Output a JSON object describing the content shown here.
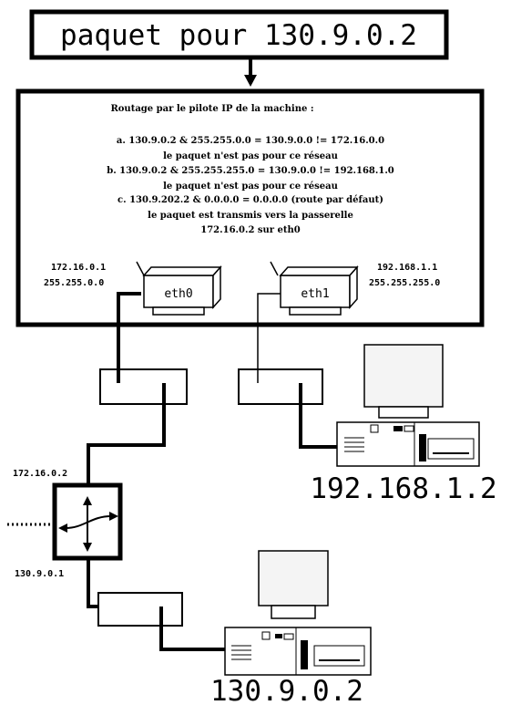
{
  "packet": {
    "label": "paquet pour 130.9.0.2"
  },
  "routing": {
    "title": "Routage par le pilote IP de la machine :",
    "lines": [
      "a. 130.9.0.2 & 255.255.0.0 = 130.9.0.0 != 172.16.0.0",
      "le paquet n'est pas pour ce réseau",
      "b. 130.9.0.2 & 255.255.255.0 = 130.9.0.0 != 192.168.1.0",
      "le paquet n'est pas pour ce réseau",
      "c. 130.9.202.2 & 0.0.0.0 = 0.0.0.0 (route par défaut)",
      "le paquet est transmis vers la passerelle",
      "172.16.0.2 sur eth0"
    ]
  },
  "interfaces": [
    {
      "name": "eth0",
      "ip": "172.16.0.1",
      "mask": "255.255.0.0"
    },
    {
      "name": "eth1",
      "ip": "192.168.1.1",
      "mask": "255.255.255.0"
    }
  ],
  "router": {
    "ip_top": "172.16.0.2",
    "ip_bottom": "130.9.0.1"
  },
  "hosts": [
    {
      "label": "192.168.1.2"
    },
    {
      "label": "130.9.0.2"
    }
  ],
  "colors": {
    "stroke": "#000000",
    "fill": "#ffffff",
    "screen": "#f4f4f4"
  }
}
